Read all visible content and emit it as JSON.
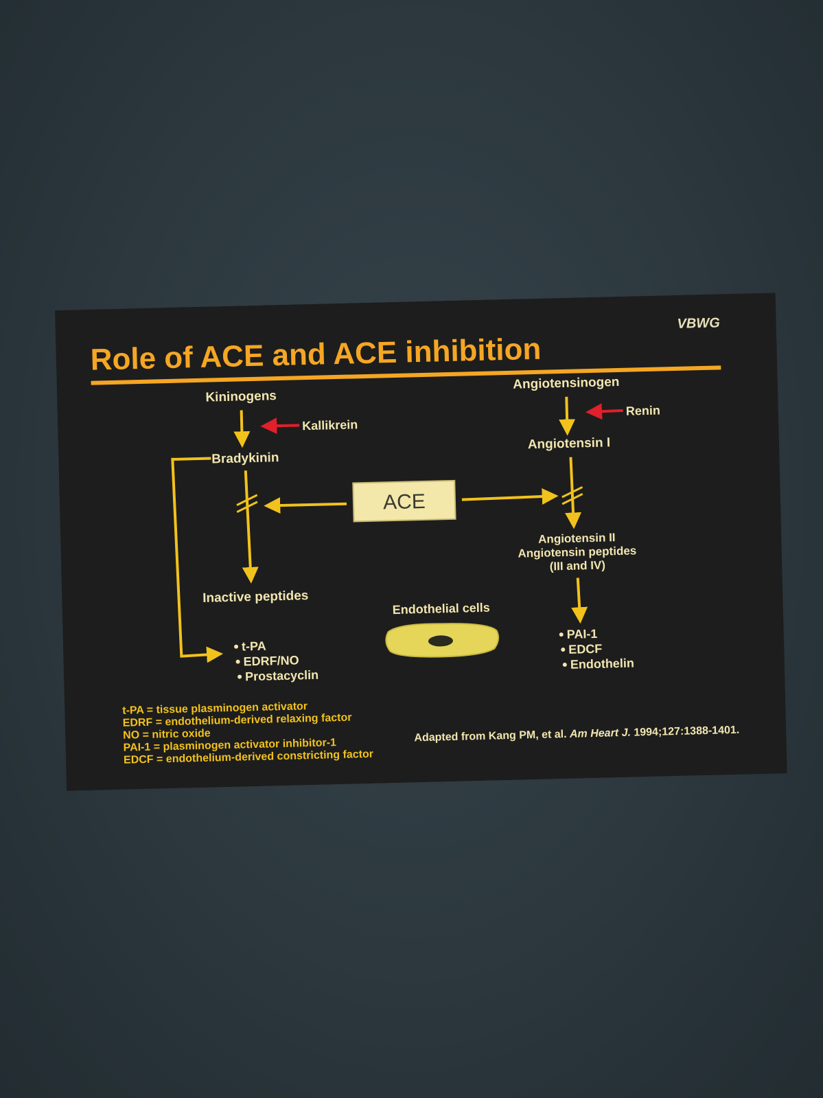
{
  "slide": {
    "title": "Role of ACE and ACE inhibition",
    "logo": "VBWG"
  },
  "diagram": {
    "kinin": {
      "kininogens": "Kininogens",
      "kallikrein": "Kallikrein",
      "bradykinin": "Bradykinin",
      "inactive_peptides": "Inactive peptides",
      "products": [
        "t-PA",
        "EDRF/NO",
        "Prostacyclin"
      ]
    },
    "angiotensin": {
      "angiotensinogen": "Angiotensinogen",
      "renin": "Renin",
      "angiotensin_i": "Angiotensin I",
      "angiotensin_ii": [
        "Angiotensin II",
        "Angiotensin peptides",
        "(III and IV)"
      ],
      "products": [
        "PAI-1",
        "EDCF",
        "Endothelin"
      ]
    },
    "ace_label": "ACE",
    "endothelial_label": "Endothelial cells",
    "colors": {
      "yellow": "#f2c21c",
      "orange": "#f5a623",
      "red": "#e0202a",
      "ace_box": "#f3e7a9",
      "background": "#1d1d1d",
      "cell": "#e5d65a"
    }
  },
  "footnotes": [
    "t-PA = tissue plasminogen activator",
    "EDRF = endothelium-derived relaxing factor",
    "NO = nitric oxide",
    "PAI-1 = plasminogen activator inhibitor-1",
    "EDCF = endothelium-derived constricting factor"
  ],
  "citation": {
    "prefix": "Adapted from Kang PM, et al. ",
    "journal": "Am Heart J.",
    "suffix": " 1994;127:1388-1401."
  }
}
